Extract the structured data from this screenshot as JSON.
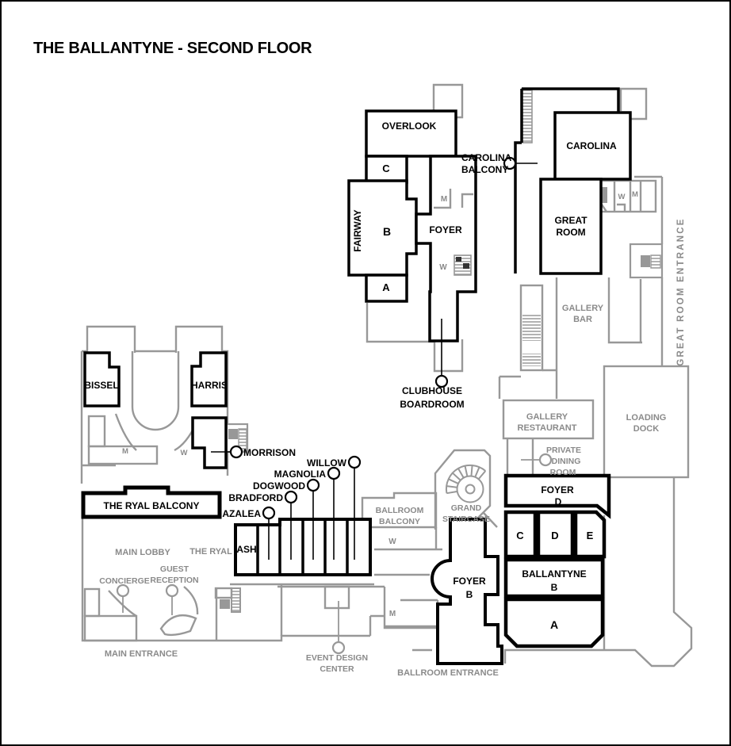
{
  "title": "THE BALLANTYNE - SECOND FLOOR",
  "colors": {
    "primary_wall": "#000000",
    "secondary_wall": "#989898",
    "secondary_text": "#8a8a8a",
    "background": "#ffffff"
  },
  "rooms": {
    "overlook": "OVERLOOK",
    "fairway": "FAIRWAY",
    "fairway_section_c": "C",
    "fairway_section_b": "B",
    "fairway_section_a": "A",
    "foyer": "FOYER",
    "carolina": "CAROLINA",
    "great_room": [
      "GREAT",
      "ROOM"
    ],
    "bissel": "BISSEL",
    "harris": "HARRIS",
    "the_ryal_balcony": "THE RYAL BALCONY",
    "ash": "ASH",
    "foyer_d": [
      "FOYER",
      "D"
    ],
    "ballroom_c": "C",
    "ballroom_d": "D",
    "ballroom_e": "E",
    "ballantyne_b": [
      "BALLANTYNE",
      "B"
    ],
    "ballroom_a": "A",
    "foyer_b": [
      "FOYER",
      "B"
    ]
  },
  "callouts": {
    "carolina_balcony": [
      "CAROLINA",
      "BALCONY"
    ],
    "clubhouse_boardroom": [
      "CLUBHOUSE",
      "BOARDROOM"
    ],
    "morrison": "MORRISON",
    "willow": "WILLOW",
    "magnolia": "MAGNOLIA",
    "dogwood": "DOGWOOD",
    "bradford": "BRADFORD",
    "azalea": "AZALEA",
    "private_dining_room": [
      "PRIVATE",
      "DINING",
      "ROOM"
    ],
    "guest_reception": [
      "GUEST",
      "RECEPTION"
    ],
    "concierge": "CONCIERGE",
    "event_design_center": [
      "EVENT DESIGN",
      "CENTER"
    ]
  },
  "areas": {
    "gallery_bar": [
      "GALLERY",
      "BAR"
    ],
    "gallery_restaurant": [
      "GALLERY",
      "RESTAURANT"
    ],
    "loading_dock": [
      "LOADING",
      "DOCK"
    ],
    "great_room_entrance": "GREAT ROOM ENTRANCE",
    "main_lobby": "MAIN LOBBY",
    "the_ryal": "THE RYAL",
    "main_entrance": "MAIN ENTRANCE",
    "ballroom_entrance": "BALLROOM ENTRANCE",
    "ballroom_balcony": [
      "BALLROOM",
      "BALCONY"
    ],
    "grand_staircase": [
      "GRAND",
      "STAIRCASE"
    ]
  },
  "restrooms": {
    "foyer_m": "M",
    "foyer_w": "W",
    "great_room_w": "W",
    "great_room_m": "M",
    "lobby_m": "M",
    "lobby_w": "W",
    "balcony_w": "W",
    "corridor_m": "M"
  }
}
